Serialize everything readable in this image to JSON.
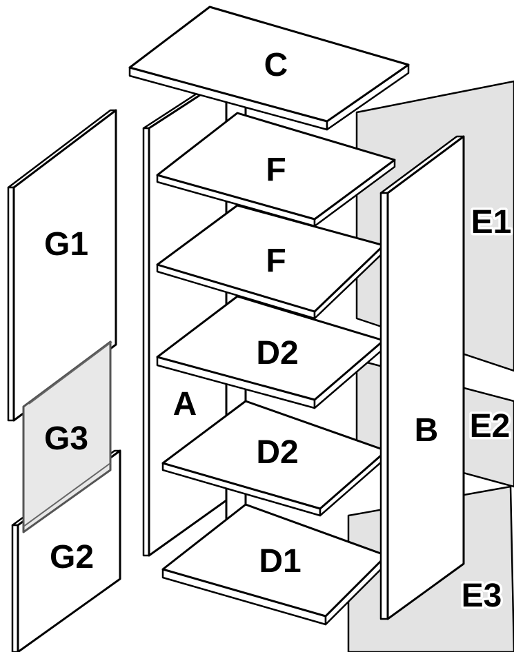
{
  "parts": {
    "C": "C",
    "F1": "F",
    "F2": "F",
    "D2a": "D2",
    "D2b": "D2",
    "D1": "D1",
    "A": "A",
    "B": "B",
    "E1": "E1",
    "E2": "E2",
    "E3": "E3",
    "G1": "G1",
    "G2": "G2",
    "G3": "G3"
  }
}
